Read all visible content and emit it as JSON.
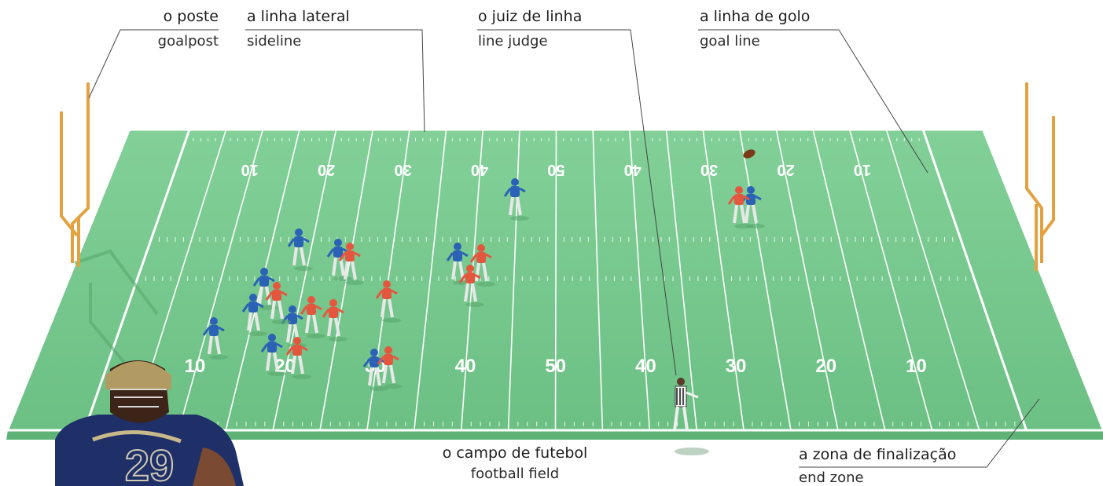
{
  "labels": {
    "goalpost": {
      "pt": "o poste",
      "en": "goalpost"
    },
    "sideline": {
      "pt": "a linha lateral",
      "en": "sideline"
    },
    "line_judge": {
      "pt": "o juiz de linha",
      "en": "line judge"
    },
    "goal_line": {
      "pt": "a linha de golo",
      "en": "goal line"
    },
    "football_field": {
      "pt": "o campo de futebol",
      "en": "football field"
    },
    "end_zone": {
      "pt": "a zona de finalização",
      "en": "end zone"
    }
  },
  "yard_numbers": {
    "far": [
      "10",
      "20",
      "30",
      "40",
      "50",
      "40",
      "30",
      "20",
      "10"
    ],
    "near": [
      "10",
      "20",
      "30",
      "40",
      "50",
      "40",
      "30",
      "20",
      "10"
    ]
  },
  "jersey_number": "29",
  "colors": {
    "field": "#79c98f",
    "field_edge": "#5fb377",
    "field_line": "#ffffff",
    "goalpost": "#e3a140",
    "team_blue": "#2c62b5",
    "team_red": "#e4573f",
    "label_rule": "#444444",
    "page_background": "#ffffff"
  }
}
